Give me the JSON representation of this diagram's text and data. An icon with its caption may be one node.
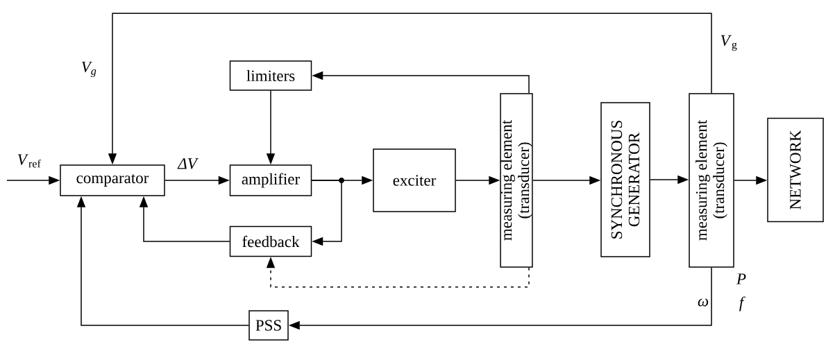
{
  "diagram": {
    "nodes": [
      {
        "text": [
          "comparator"
        ]
      },
      {
        "text": [
          "limiters"
        ]
      },
      {
        "text": [
          "amplifier"
        ]
      },
      {
        "text": [
          "feedback"
        ]
      },
      {
        "text": [
          "exciter"
        ]
      },
      {
        "text": [
          "measuring element (transducer)"
        ]
      },
      {
        "text": [
          "SYNCHRONOUS GENERATOR"
        ]
      },
      {
        "text": [
          "measuring element (transducer)"
        ]
      },
      {
        "text": [
          "NETWORK"
        ]
      },
      {
        "text": [
          "PSS"
        ]
      }
    ],
    "edges": [
      {
        "from": null,
        "to": 0,
        "arrow": "to",
        "label": "*V*$_{ref}$"
      },
      {
        "from": 0,
        "to": 2,
        "arrow": "to",
        "label": "ΔV"
      },
      {
        "from": 1,
        "to": 2,
        "arrow": "to"
      },
      {
        "from": 2,
        "to": 4,
        "arrow": "to"
      },
      {
        "from": 2,
        "to": 3,
        "arrow": "to"
      },
      {
        "from": 3,
        "to": 0,
        "arrow": "to"
      },
      {
        "from": 4,
        "to": 5,
        "arrow": "to"
      },
      {
        "from": 5,
        "to": 1,
        "arrow": "to"
      },
      {
        "from": 5,
        "to": 3,
        "arrow": "to",
        "style": "dashed"
      },
      {
        "from": 5,
        "to": 6,
        "arrow": "to"
      },
      {
        "from": 6,
        "to": 7,
        "arrow": "to"
      },
      {
        "from": 7,
        "to": 8,
        "arrow": "to"
      },
      {
        "from": 7,
        "to": 0,
        "arrow": "to",
        "label": "*V*$_{g}$"
      },
      {
        "from": 7,
        "to": 9,
        "arrow": "to"
      },
      {
        "from": 9,
        "to": 0,
        "arrow": "to"
      }
    ],
    "labels": [
      "*V*$_{g}$",
      "P",
      "ω",
      "f"
    ]
  }
}
